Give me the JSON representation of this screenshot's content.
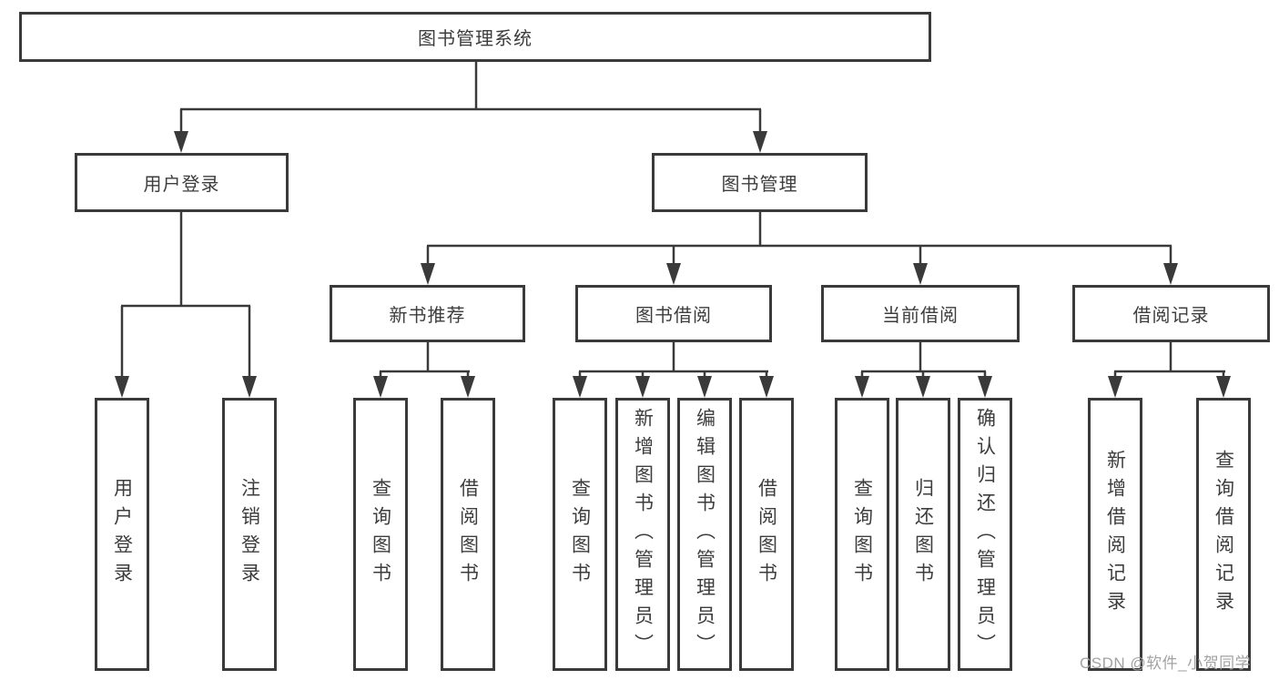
{
  "diagram": {
    "root": {
      "label": "图书管理系统"
    },
    "level2": {
      "user_login": {
        "label": "用户登录"
      },
      "book_management": {
        "label": "图书管理"
      }
    },
    "level3": {
      "new_book_recommend": {
        "label": "新书推荐"
      },
      "book_borrow": {
        "label": "图书借阅"
      },
      "current_borrow": {
        "label": "当前借阅"
      },
      "borrow_records": {
        "label": "借阅记录"
      }
    },
    "leaves": {
      "user_login": [
        "用户登录",
        "注销登录"
      ],
      "new_book_recommend": [
        "查询图书",
        "借阅图书"
      ],
      "book_borrow": [
        "查询图书",
        "新增图书（管理员）",
        "编辑图书（管理员）",
        "借阅图书"
      ],
      "current_borrow": [
        "查询图书",
        "归还图书",
        "确认归还（管理员）"
      ],
      "borrow_records": [
        "新增借阅记录",
        "查询借阅记录"
      ]
    },
    "watermark": "CSDN @软件_小贺同学",
    "colors": {
      "line": "#3a3a3a",
      "text": "#3d3d3d",
      "watermark": "#a3a3a3",
      "background": "#ffffff"
    }
  }
}
